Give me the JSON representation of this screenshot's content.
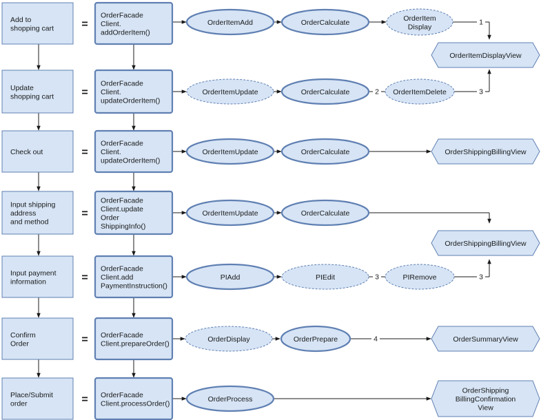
{
  "equals_sign": "=",
  "steps": [
    {
      "action": [
        "Add to",
        "shopping cart"
      ],
      "call": [
        "OrderFacade",
        "Client.",
        "addOrderItem()"
      ]
    },
    {
      "action": [
        "Update",
        "shopping cart"
      ],
      "call": [
        "OrderFacade",
        "Client.",
        "updateOrderItem()"
      ]
    },
    {
      "action": [
        "Check out"
      ],
      "call": [
        "OrderFacade",
        "Client.",
        "updateOrderItem()"
      ]
    },
    {
      "action": [
        "Input shipping",
        "address",
        "and method"
      ],
      "call": [
        "OrderFacade",
        "Client.update",
        "Order",
        "ShippingInfo()"
      ]
    },
    {
      "action": [
        "Input payment",
        "information"
      ],
      "call": [
        "OrderFacade",
        "Client.add",
        "PaymentInstruction()"
      ]
    },
    {
      "action": [
        "Confirm",
        "Order"
      ],
      "call": [
        "OrderFacade",
        "Client.prepareOrder()"
      ]
    },
    {
      "action": [
        "Place/Submit",
        "order"
      ],
      "call": [
        "OrderFacade",
        "Client.processOrder()"
      ]
    }
  ],
  "commands": {
    "r1": [
      {
        "label": [
          "OrderItemAdd"
        ],
        "dashed": false
      },
      {
        "label": [
          "OrderCalculate"
        ],
        "dashed": false
      },
      {
        "label": [
          "OrderItem",
          "Display"
        ],
        "dashed": true
      }
    ],
    "r2": [
      {
        "label": [
          "OrderItemUpdate"
        ],
        "dashed": true
      },
      {
        "label": [
          "OrderCalculate"
        ],
        "dashed": false
      },
      {
        "label": [
          "OrderItemDelete"
        ],
        "dashed": true
      }
    ],
    "r3": [
      {
        "label": [
          "OrderItemUpdate"
        ],
        "dashed": false
      },
      {
        "label": [
          "OrderCalculate"
        ],
        "dashed": false
      }
    ],
    "r4": [
      {
        "label": [
          "OrderItemUpdate"
        ],
        "dashed": false
      },
      {
        "label": [
          "OrderCalculate"
        ],
        "dashed": false
      }
    ],
    "r5": [
      {
        "label": [
          "PIAdd"
        ],
        "dashed": false
      },
      {
        "label": [
          "PIEdit"
        ],
        "dashed": true
      },
      {
        "label": [
          "PIRemove"
        ],
        "dashed": true
      }
    ],
    "r6": [
      {
        "label": [
          "OrderDisplay"
        ],
        "dashed": true
      },
      {
        "label": [
          "OrderPrepare"
        ],
        "dashed": false
      }
    ],
    "r7": [
      {
        "label": [
          "OrderProcess"
        ],
        "dashed": false
      }
    ]
  },
  "views": [
    {
      "label": [
        "OrderItemDisplayView"
      ]
    },
    {
      "label": [
        "OrderShippingBillingView"
      ]
    },
    {
      "label": [
        "OrderShippingBillingView"
      ]
    },
    {
      "label": [
        "OrderSummaryView"
      ]
    },
    {
      "label": [
        "OrderShipping",
        "BillingConfirmation",
        "View"
      ]
    }
  ],
  "edge_labels": {
    "r1": "1",
    "r2a": "2",
    "r2b": "3",
    "r5a": "3",
    "r5b": "3",
    "r6": "4"
  },
  "colors": {
    "box_fill": "#d6e4f5",
    "box_stroke": "#5f7fb2",
    "view_fill": "#d6e4f5",
    "line": "#1a1a1a"
  }
}
